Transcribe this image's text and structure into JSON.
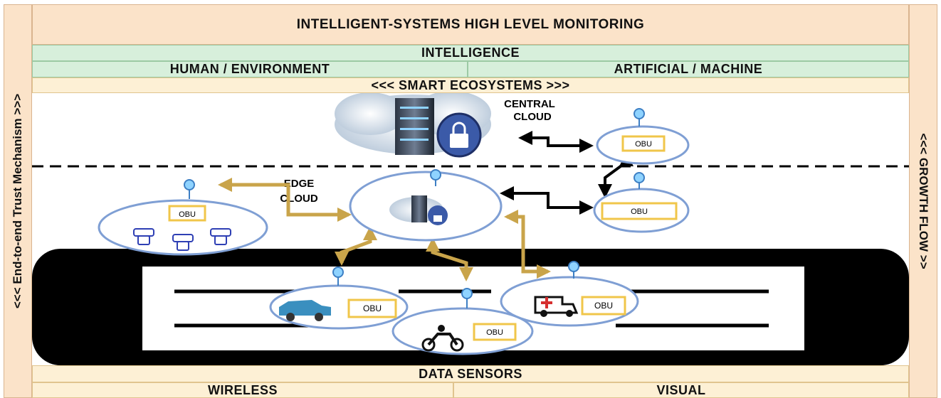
{
  "header": {
    "title": "INTELLIGENT-SYSTEMS HIGH LEVEL MONITORING"
  },
  "intelligence": {
    "title": "INTELLIGENCE",
    "left": "HUMAN / ENVIRONMENT",
    "right": "ARTIFICIAL / MACHINE"
  },
  "ecosystems": {
    "label": "<<< SMART ECOSYSTEMS >>>"
  },
  "side": {
    "left": "<<< End-to-end Trust Mechanism >>>",
    "right": "<<< GROWTH FLOW >>"
  },
  "clouds": {
    "central_line1": "CENTRAL",
    "central_line2": "CLOUD",
    "edge_line1": "EDGE",
    "edge_line2": "CLOUD"
  },
  "nodes": {
    "obu_label": "OBU"
  },
  "sensors": {
    "title": "DATA SENSORS",
    "left": "WIRELESS",
    "right": "VISUAL"
  },
  "colors": {
    "peach": "#fbe3c9",
    "green": "#d7efdb",
    "cream": "#fdf0d5",
    "node_ring": "#7f9fd4",
    "gold_arrow": "#c9a44a",
    "obu_box": "#f0c64a",
    "road": "#000000"
  }
}
